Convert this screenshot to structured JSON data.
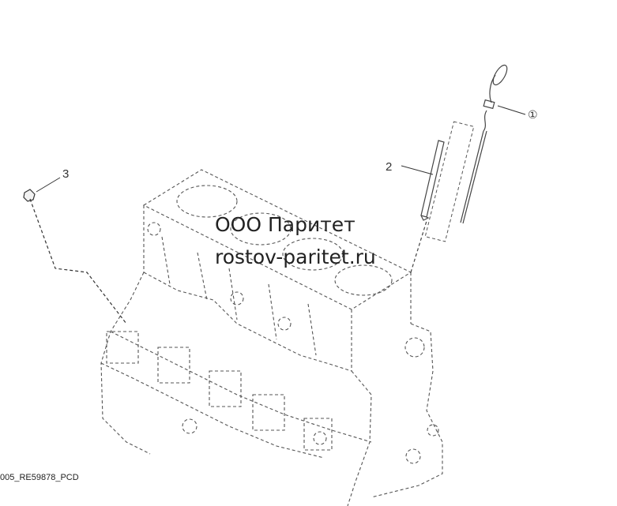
{
  "callouts": {
    "one": "①",
    "two": "2",
    "three": "3"
  },
  "watermark": {
    "line1": "ООО Паритет",
    "line2": "rostov-paritet.ru"
  },
  "caption": "005_RE59878_PCD"
}
